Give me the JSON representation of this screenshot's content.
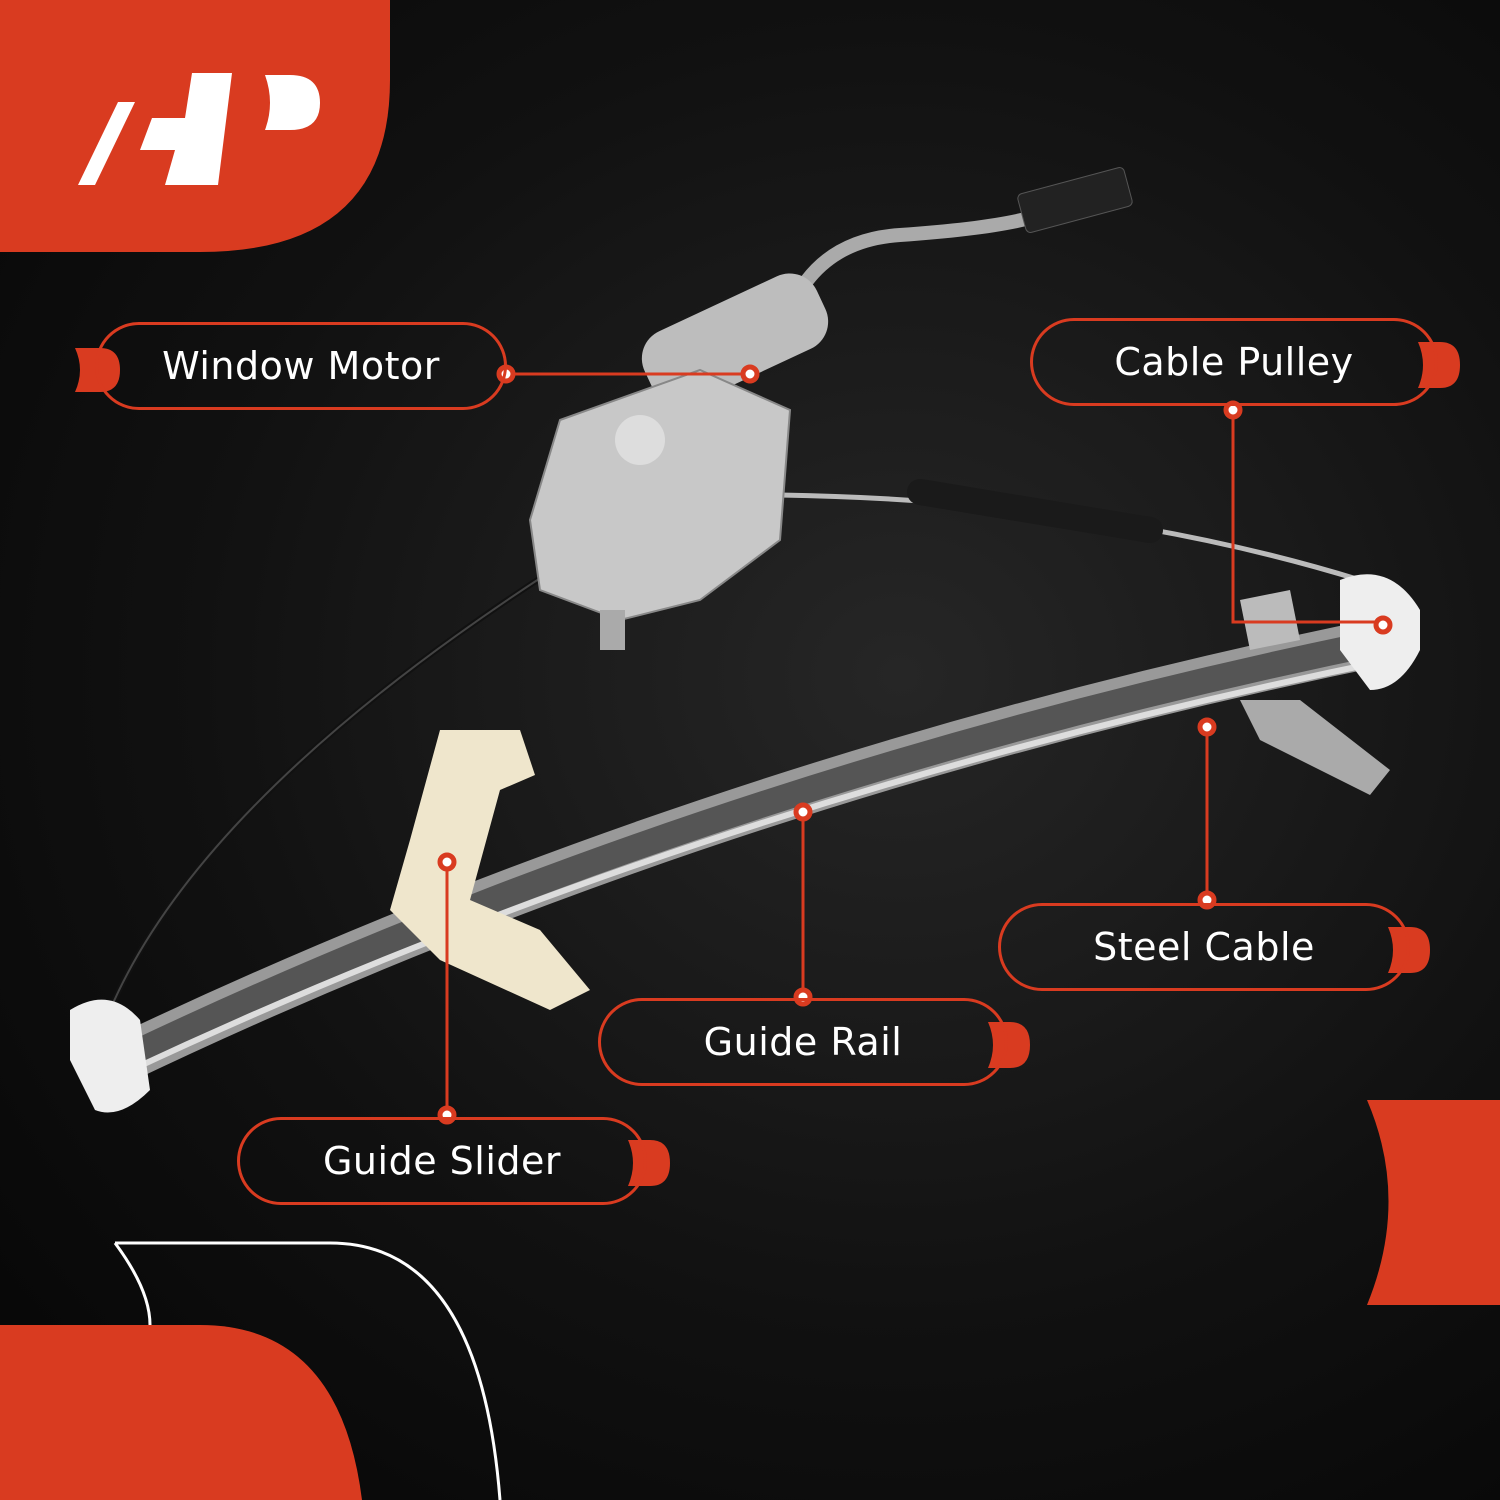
{
  "brand": {
    "logo_text": "A-P",
    "accent_color": "#d93b20"
  },
  "labels": [
    {
      "id": "window-motor",
      "text": "Window Motor"
    },
    {
      "id": "cable-pulley",
      "text": "Cable Pulley"
    },
    {
      "id": "steel-cable",
      "text": "Steel Cable"
    },
    {
      "id": "guide-rail",
      "text": "Guide Rail"
    },
    {
      "id": "guide-slider",
      "text": "Guide Slider"
    }
  ]
}
